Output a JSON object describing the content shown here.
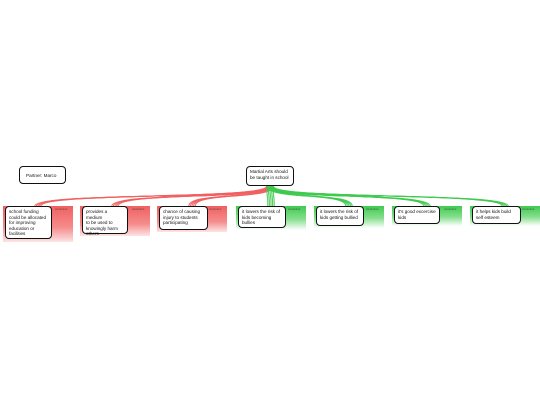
{
  "partner": {
    "label": "Partner: Marco"
  },
  "root": {
    "text": "Martial Arts should\nbe taught in school"
  },
  "arguments": [
    {
      "side": "con",
      "text": "school funding\ncould be allocated\nfor improving\neducation or\nfacilities",
      "tag": "xxxxxxxx"
    },
    {
      "side": "con",
      "text": "provides a medium\nto be used to\nknowingly harm\nothers",
      "tag": "xxxxxxxx"
    },
    {
      "side": "con",
      "text": "chance of causing\ninjury to students\nparticipating",
      "tag": "xxxxxxxx"
    },
    {
      "side": "pro",
      "text": "it lowers the risk of\nkids becoming\nbullies",
      "tag": "xxxxxxxx"
    },
    {
      "side": "pro",
      "text": "it  lowers the risk of\nkids getting bullied",
      "tag": "xxxxxxxx"
    },
    {
      "side": "pro",
      "text": "it's good excercise\nkids",
      "tag": "xxxxxxxx"
    },
    {
      "side": "pro",
      "text": "it helps kids build\nself esteem",
      "tag": "xxxxxxxx"
    }
  ],
  "colors": {
    "con": "#f06060",
    "pro": "#3fca4f",
    "border": "#111111"
  }
}
